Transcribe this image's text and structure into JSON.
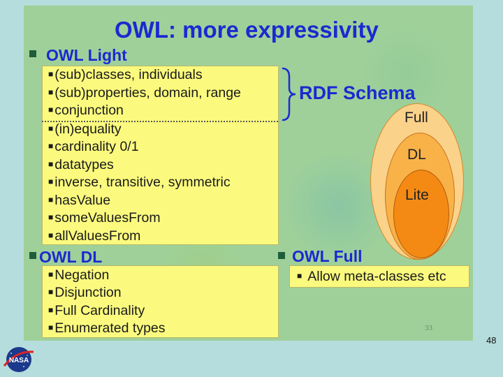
{
  "slide": {
    "title": "OWL: more expressivity",
    "owl_light": {
      "heading": "OWL Light",
      "items": [
        "(sub)classes, individuals",
        "(sub)properties, domain, range",
        "conjunction",
        "(in)equality",
        "cardinality 0/1",
        "datatypes",
        "inverse, transitive, symmetric",
        "hasValue",
        "someValuesFrom",
        "allValuesFrom"
      ]
    },
    "rdf_schema_label": "RDF Schema",
    "owl_dl": {
      "heading": "OWL DL",
      "items": [
        "Negation",
        "Disjunction",
        "Full Cardinality",
        "Enumerated types"
      ]
    },
    "owl_full": {
      "heading": "OWL Full",
      "items": [
        "Allow meta-classes etc"
      ]
    },
    "diagram": {
      "full": "Full",
      "dl": "DL",
      "lite": "Lite"
    },
    "inner_page_number": "33"
  },
  "page_number": "48",
  "logo_text": "NASA",
  "colors": {
    "heading": "#1a2ad0",
    "box": "#fbfa7e",
    "full": "#fbd28a",
    "dl": "#f8b248",
    "lite": "#f48a14"
  }
}
